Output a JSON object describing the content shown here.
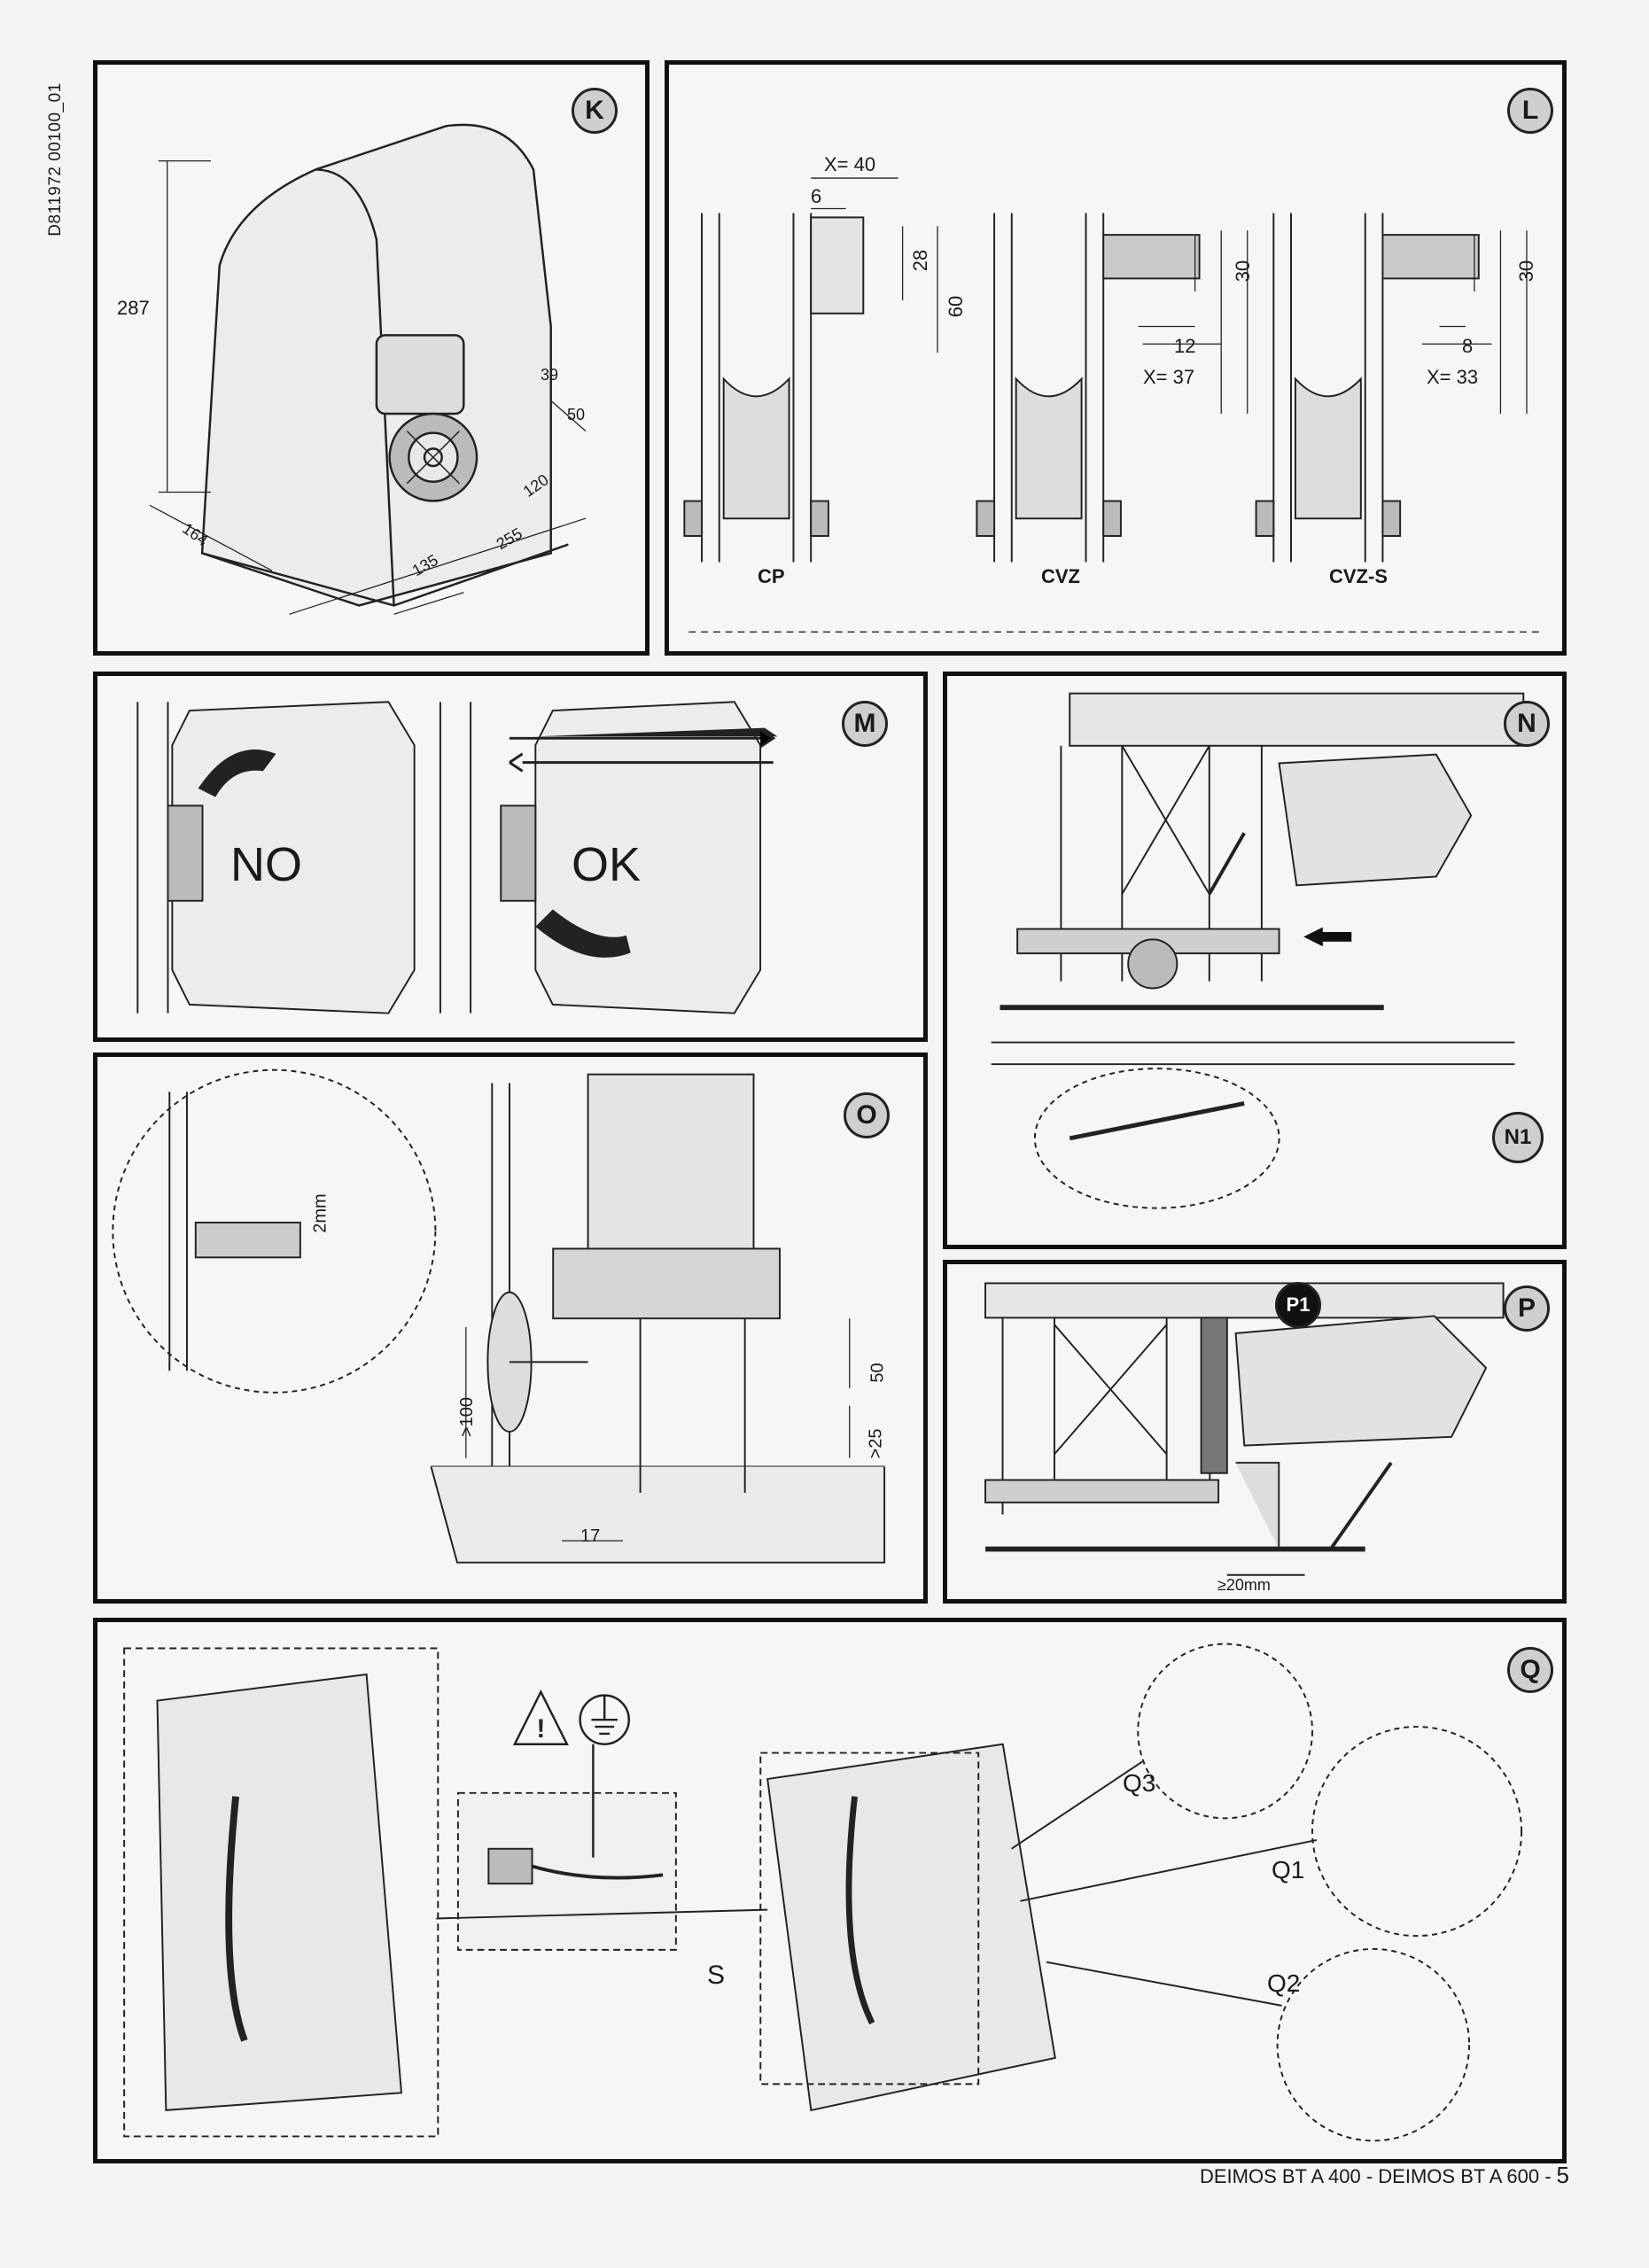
{
  "document_code": "D811972 00100_01",
  "footer": {
    "product": "DEIMOS BT A 400 - DEIMOS BT A 600 -",
    "page": "5"
  },
  "panels": {
    "K": {
      "badge": "K",
      "dims": {
        "height": "287",
        "d39": "39",
        "d50": "50",
        "d120": "120",
        "d164": "164",
        "d135": "135",
        "d255": "255"
      }
    },
    "L": {
      "badge": "L",
      "cp": {
        "name": "CP",
        "x": "X= 40",
        "d6": "6",
        "d28": "28",
        "d60": "60"
      },
      "cvz": {
        "name": "CVZ",
        "x": "X= 37",
        "d12": "12",
        "d30": "30"
      },
      "cvzs": {
        "name": "CVZ-S",
        "x": "X= 33",
        "d8": "8",
        "d30": "30"
      }
    },
    "M": {
      "badge": "M",
      "no": "NO",
      "ok": "OK"
    },
    "N": {
      "badge": "N",
      "badge2": "N1"
    },
    "O": {
      "badge": "O",
      "d2mm": "2mm",
      "d100": ">100",
      "d50": "50",
      "d25": ">25",
      "d17": "17"
    },
    "P": {
      "badge": "P",
      "badge2": "P1",
      "d20": "≥20mm"
    },
    "Q": {
      "badge": "Q",
      "q1": "Q1",
      "q2": "Q2",
      "q3": "Q3",
      "s": "S"
    }
  }
}
